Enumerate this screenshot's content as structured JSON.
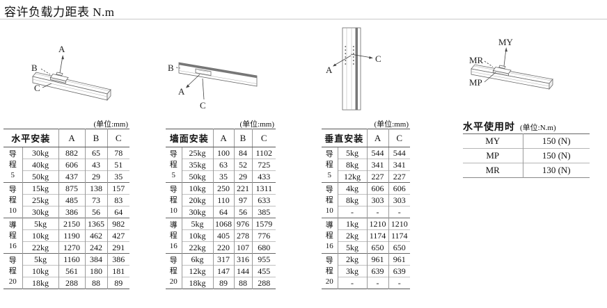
{
  "page": {
    "title": "容许负载力距表 N.m"
  },
  "diagrams": {
    "horizontal": {
      "labels": {
        "a": "A",
        "b": "B",
        "c": "C"
      }
    },
    "wall": {
      "labels": {
        "a": "A",
        "b": "B",
        "c": "C"
      }
    },
    "vertical": {
      "labels": {
        "a": "A",
        "c": "C"
      }
    },
    "moment": {
      "labels": {
        "my": "MY",
        "mp": "MP",
        "mr": "MR"
      }
    }
  },
  "tables": [
    {
      "name": "horizontal-mount",
      "unit_label": "(单位:mm)",
      "header": {
        "title": "水平安装",
        "columns": [
          "A",
          "B",
          "C"
        ]
      },
      "groups": [
        {
          "lead": [
            "导",
            "程",
            "5"
          ],
          "rows": [
            {
              "weight": "30kg",
              "values": [
                "882",
                "65",
                "78"
              ]
            },
            {
              "weight": "40kg",
              "values": [
                "606",
                "43",
                "51"
              ]
            },
            {
              "weight": "50kg",
              "values": [
                "437",
                "29",
                "35"
              ]
            }
          ]
        },
        {
          "lead": [
            "导",
            "程",
            "10"
          ],
          "rows": [
            {
              "weight": "15kg",
              "values": [
                "875",
                "138",
                "157"
              ]
            },
            {
              "weight": "25kg",
              "values": [
                "485",
                "73",
                "83"
              ]
            },
            {
              "weight": "30kg",
              "values": [
                "386",
                "56",
                "64"
              ]
            }
          ]
        },
        {
          "lead": [
            "導",
            "程",
            "16"
          ],
          "rows": [
            {
              "weight": "5kg",
              "values": [
                "2150",
                "1365",
                "982"
              ]
            },
            {
              "weight": "10kg",
              "values": [
                "1190",
                "462",
                "427"
              ]
            },
            {
              "weight": "22kg",
              "values": [
                "1270",
                "242",
                "291"
              ]
            }
          ]
        },
        {
          "lead": [
            "导",
            "程",
            "20"
          ],
          "rows": [
            {
              "weight": "5kg",
              "values": [
                "1160",
                "384",
                "386"
              ]
            },
            {
              "weight": "10kg",
              "values": [
                "561",
                "180",
                "181"
              ]
            },
            {
              "weight": "18kg",
              "values": [
                "288",
                "88",
                "89"
              ]
            }
          ]
        }
      ]
    },
    {
      "name": "wall-mount",
      "unit_label": "(单位:mm)",
      "header": {
        "title": "墙面安装",
        "columns": [
          "A",
          "B",
          "C"
        ]
      },
      "groups": [
        {
          "lead": [
            "导",
            "程",
            "5"
          ],
          "rows": [
            {
              "weight": "25kg",
              "values": [
                "100",
                "84",
                "1102"
              ]
            },
            {
              "weight": "35kg",
              "values": [
                "63",
                "52",
                "725"
              ]
            },
            {
              "weight": "50kg",
              "values": [
                "35",
                "29",
                "433"
              ]
            }
          ]
        },
        {
          "lead": [
            "导",
            "程",
            "10"
          ],
          "rows": [
            {
              "weight": "10kg",
              "values": [
                "250",
                "221",
                "1311"
              ]
            },
            {
              "weight": "20kg",
              "values": [
                "110",
                "97",
                "633"
              ]
            },
            {
              "weight": "30kg",
              "values": [
                "64",
                "56",
                "385"
              ]
            }
          ]
        },
        {
          "lead": [
            "導",
            "程",
            "16"
          ],
          "rows": [
            {
              "weight": "5kg",
              "values": [
                "1068",
                "976",
                "1579"
              ]
            },
            {
              "weight": "10kg",
              "values": [
                "405",
                "278",
                "776"
              ]
            },
            {
              "weight": "22kg",
              "values": [
                "220",
                "107",
                "680"
              ]
            }
          ]
        },
        {
          "lead": [
            "导",
            "程",
            "20"
          ],
          "rows": [
            {
              "weight": "6kg",
              "values": [
                "317",
                "316",
                "955"
              ]
            },
            {
              "weight": "12kg",
              "values": [
                "147",
                "144",
                "455"
              ]
            },
            {
              "weight": "18kg",
              "values": [
                "89",
                "88",
                "288"
              ]
            }
          ]
        }
      ]
    },
    {
      "name": "vertical-mount",
      "unit_label": "(单位:mm)",
      "header": {
        "title": "垂直安装",
        "columns": [
          "A",
          "C"
        ]
      },
      "groups": [
        {
          "lead": [
            "导",
            "程",
            "5"
          ],
          "rows": [
            {
              "weight": "5kg",
              "values": [
                "544",
                "544"
              ]
            },
            {
              "weight": "8kg",
              "values": [
                "341",
                "341"
              ]
            },
            {
              "weight": "12kg",
              "values": [
                "227",
                "227"
              ]
            }
          ]
        },
        {
          "lead": [
            "导",
            "程",
            "10"
          ],
          "rows": [
            {
              "weight": "4kg",
              "values": [
                "606",
                "606"
              ]
            },
            {
              "weight": "8kg",
              "values": [
                "303",
                "303"
              ]
            },
            {
              "weight": "-",
              "values": [
                "-",
                "-"
              ]
            }
          ]
        },
        {
          "lead": [
            "導",
            "程",
            "16"
          ],
          "rows": [
            {
              "weight": "1kg",
              "values": [
                "1210",
                "1210"
              ]
            },
            {
              "weight": "2kg",
              "values": [
                "1174",
                "1174"
              ]
            },
            {
              "weight": "5kg",
              "values": [
                "650",
                "650"
              ]
            }
          ]
        },
        {
          "lead": [
            "导",
            "程",
            "20"
          ],
          "rows": [
            {
              "weight": "2kg",
              "values": [
                "961",
                "961"
              ]
            },
            {
              "weight": "3kg",
              "values": [
                "639",
                "639"
              ]
            },
            {
              "weight": "-",
              "values": [
                "-",
                "-"
              ]
            }
          ]
        }
      ]
    }
  ],
  "moment_table": {
    "title": "水平使用时",
    "unit_label": "(单位:N.m)",
    "rows": [
      {
        "label": "MY",
        "value": "150 (N)"
      },
      {
        "label": "MP",
        "value": "150 (N)"
      },
      {
        "label": "MR",
        "value": "130 (N)"
      }
    ]
  }
}
